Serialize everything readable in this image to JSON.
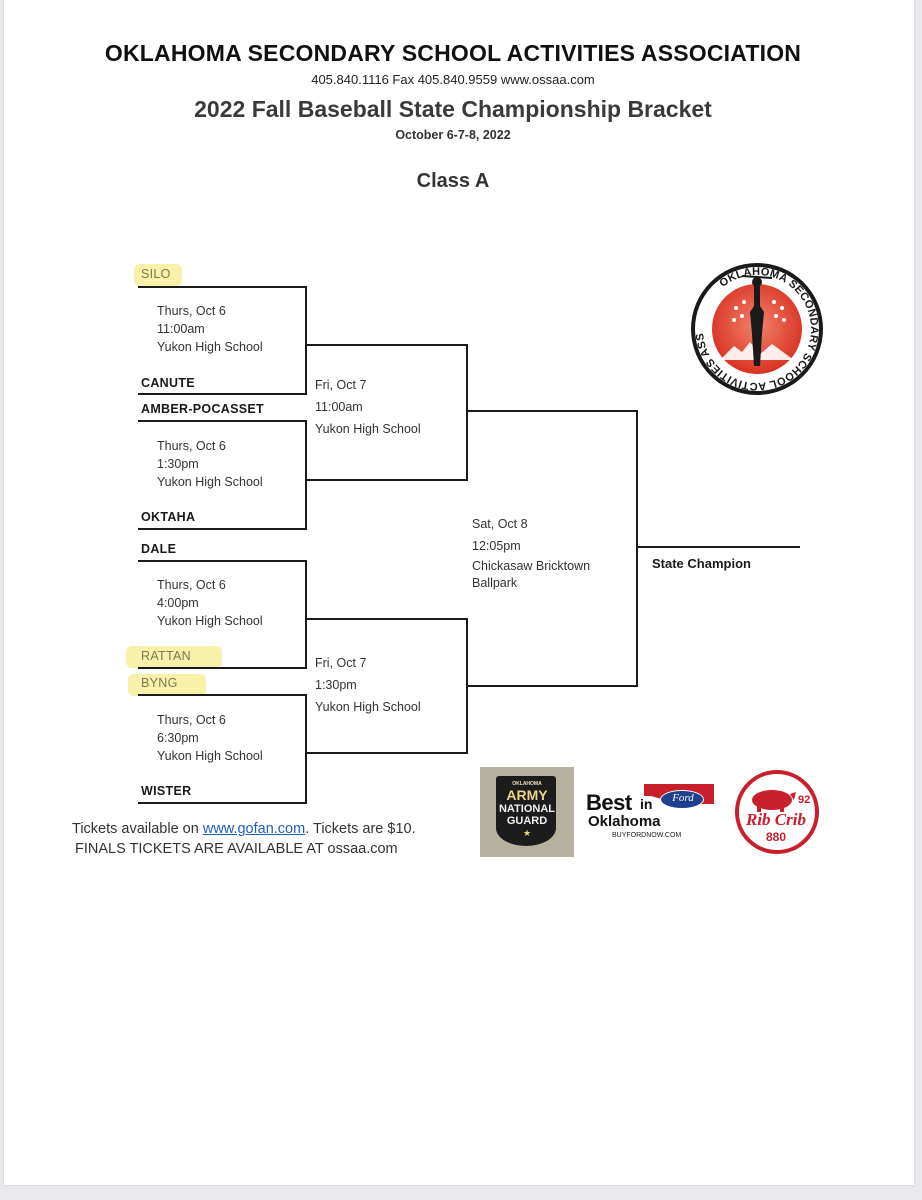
{
  "header": {
    "org": "OKLAHOMA SECONDARY SCHOOL ACTIVITIES ASSOCIATION",
    "contact": "405.840.1116   Fax 405.840.9559  www.ossaa.com",
    "title": "2022 Fall Baseball State Championship Bracket",
    "dates": "October 6-7-8, 2022",
    "class": "Class A"
  },
  "teams": {
    "t1": "SILO",
    "t2": "CANUTE",
    "t3": "AMBER-POCASSET",
    "t4": "OKTAHA",
    "t5": "DALE",
    "t6": "RATTAN",
    "t7": "BYNG",
    "t8": "WISTER"
  },
  "games": {
    "g1": {
      "day": "Thurs, Oct 6",
      "time": "11:00am",
      "site": "Yukon High School"
    },
    "g2": {
      "day": "Thurs, Oct 6",
      "time": "1:30pm",
      "site": "Yukon High School"
    },
    "g3": {
      "day": "Thurs, Oct 6",
      "time": "4:00pm",
      "site": "Yukon High School"
    },
    "g4": {
      "day": "Thurs, Oct 6",
      "time": "6:30pm",
      "site": "Yukon High School"
    },
    "s1": {
      "day": "Fri, Oct 7",
      "time": "11:00am",
      "site": "Yukon High School"
    },
    "s2": {
      "day": "Fri, Oct 7",
      "time": "1:30pm",
      "site": "Yukon High School"
    },
    "f": {
      "day": "Sat, Oct 8",
      "time": "12:05pm",
      "site1": "Chickasaw Bricktown",
      "site2": "Ballpark"
    }
  },
  "champion": "State Champion",
  "tickets": {
    "pre": "Tickets available on ",
    "link": "www.gofan.com",
    "post": ".  Tickets are $10.",
    "finals": "FINALS TICKETS ARE AVAILABLE AT ossaa.com"
  },
  "logos": {
    "ossaa_ring": "OKLAHOMA SECONDARY SCHOOL ACTIVITIES ASSOCIATION",
    "guard_top": "OKLAHOMA",
    "guard_1": "ARMY",
    "guard_2": "NATIONAL",
    "guard_3": "GUARD",
    "ford_best": "Best",
    "ford_in": "in",
    "ford_brand": "Ford",
    "ford_ok": "Oklahoma",
    "ford_url": "BUYFORDNOW.COM",
    "rib_num": "92",
    "rib_name": "Rib Crib",
    "rib_sub": "880"
  },
  "colors": {
    "ossaa_red": "#e23b2a",
    "link_blue": "#1f5fb8",
    "highlight": "#f6ef9a",
    "guard_bg": "#b6b29f",
    "ford_blue": "#1f3f8f",
    "ford_red": "#c8202a"
  }
}
